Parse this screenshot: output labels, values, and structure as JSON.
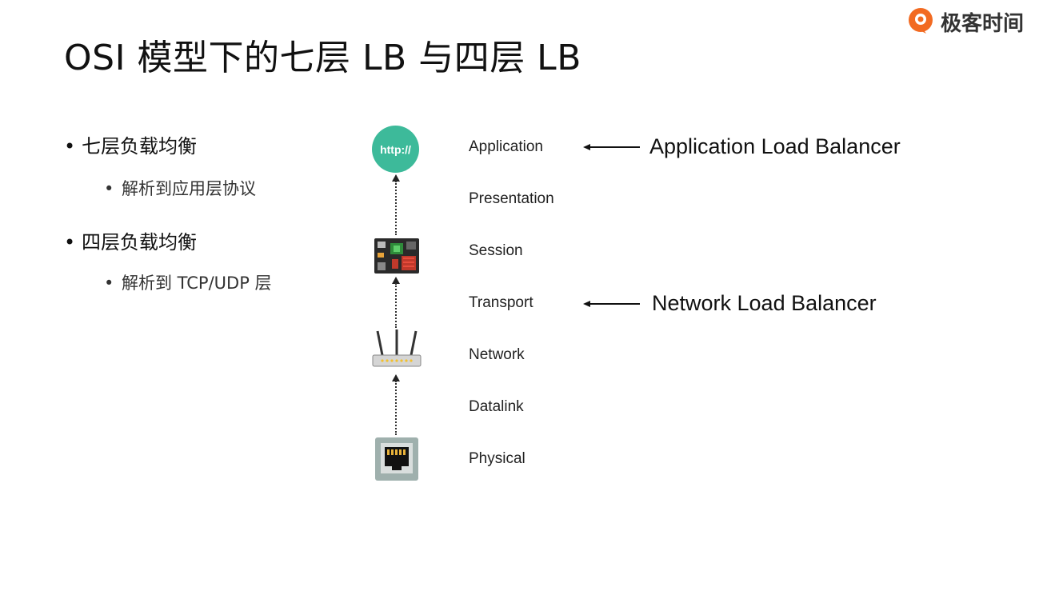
{
  "title": "OSI 模型下的七层 LB 与四层 LB",
  "logo": {
    "text": "极客时间",
    "accent": "#f26a21"
  },
  "bullets": [
    {
      "text": "七层负载均衡",
      "sub": "解析到应用层协议"
    },
    {
      "text": "四层负载均衡",
      "sub": "解析到 TCP/UDP 层"
    }
  ],
  "bullet_symbol": "•",
  "diagram": {
    "http_label": "http://",
    "layers": [
      "Application",
      "Presentation",
      "Session",
      "Transport",
      "Network",
      "Datalink",
      "Physical"
    ],
    "alb": "Application Load Balancer",
    "nlb": "Network Load Balancer",
    "colors": {
      "http": "#3dba9a",
      "circuit": "#2a2a2a",
      "chip_green": "#2e8b3a",
      "chip_red": "#c0392b"
    },
    "icons": [
      "http-circle-icon",
      "circuit-board-icon",
      "router-icon",
      "ethernet-port-icon"
    ]
  }
}
